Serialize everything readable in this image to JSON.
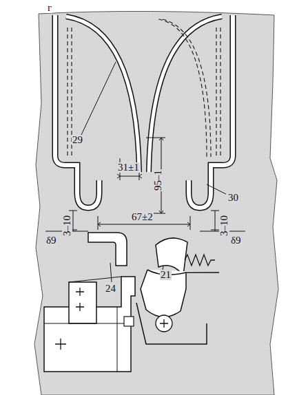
{
  "diagram": {
    "labels": [
      "г",
      "29",
      "31±1",
      "95–1",
      "30",
      "3–10",
      "3–10",
      "δ9",
      "δ9",
      "67±2",
      "24",
      "21"
    ]
  }
}
